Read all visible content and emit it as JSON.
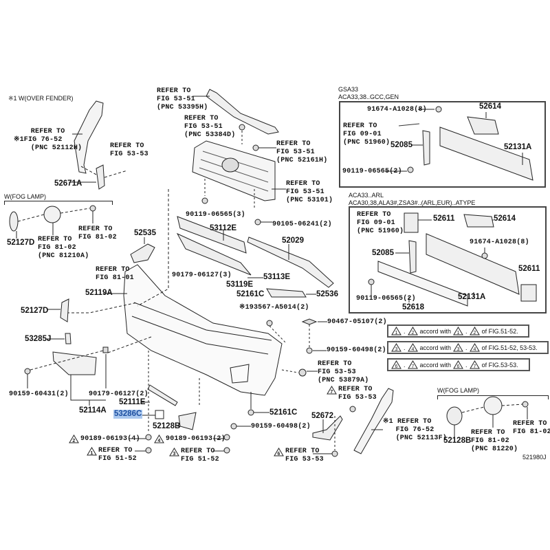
{
  "figure_id": "521980J",
  "headings": {
    "over_fender": "※1 W(OVER FENDER)",
    "fog_lamp_left": "W(FOG LAMP)",
    "fog_lamp_right": "W(FOG LAMP)",
    "box1_title_1": "GSA33",
    "box1_title_2": "ACA33,38..GCC,GEN",
    "box2_title_1": "ACA33..ARL",
    "box2_title_2": "ACA30,38,ALA3#,ZSA3#..(ARL,EUR)..ATYPE"
  },
  "refs": {
    "r_52112H": "    REFER TO\n※1FIG 76-52\n    (PNC 52112H)",
    "r_fig5353_a": "REFER TO\nFIG 53-53",
    "r_81210A": "REFER TO\nFIG 81-02\n(PNC 81210A)",
    "r_fig8102_a": "REFER TO\nFIG 81-02",
    "r_fig8101": "REFER TO\nFIG 81-01",
    "r_53395H": "REFER TO\nFIG 53-51\n(PNC 53395H)",
    "r_53384D": "REFER TO\nFIG 53-51\n(PNC 53384D)",
    "r_52161H": "REFER TO\nFIG 53-51\n(PNC 52161H)",
    "r_53101": "REFER TO\nFIG 53-51\n(PNC 53101)",
    "r_51960_a": "REFER TO\nFIG 09-01\n(PNC 51960)",
    "r_51960_b": "REFER TO\nFIG 09-01\n(PNC 51960)",
    "r_53879A": "REFER TO\nFIG 53-53\n(PNC 53879A)",
    "r_tri7": "REFER TO\nFIG 53-53",
    "r_tri6": "REFER TO\nFIG 53-53",
    "r_tri1": "REFER TO\nFIG 51-52",
    "r_tri3": "REFER TO\nFIG 51-52",
    "r_52113F": "※1 REFER TO\n   FIG 76-52\n   (PNC 52113F)",
    "r_81220": "REFER TO\nFIG 81-02\n(PNC 81220)",
    "r_fig8102_b": "REFER TO\nFIG 81-02"
  },
  "parts": {
    "p52671A": "52671A",
    "p52127D_a": "52127D",
    "p52535": "52535",
    "p90119_3": "90119-06565(3)",
    "p90105": "90105-06241(2)",
    "p53112E": "53112E",
    "p52029": "52029",
    "p90179_3": "90179-06127(3)",
    "p53113E": "53113E",
    "p53119E": "53119E",
    "p52161C_a": "52161C",
    "p52536": "52536",
    "b1_91674": "91674-A1028(8)",
    "b1_52614": "52614",
    "b1_52085": "52085",
    "b1_52131A": "52131A",
    "b1_90119": "90119-06565(2)",
    "b2_52611_a": "52611",
    "b2_52614": "52614",
    "b2_91674": "91674-A1028(8)",
    "b2_52085": "52085",
    "b2_52611_b": "52611",
    "b2_90119": "90119-06565(2)",
    "b2_52131A": "52131A",
    "b2_52618": "52618",
    "p52119A": "52119A",
    "p52127D_b": "52127D",
    "p53285J": "53285J",
    "p90159_60431": "90159-60431(2)",
    "p90179_2": "90179-06127(2)",
    "p52114A": "52114A",
    "p52111E": "52111E",
    "p53286C": "53286C",
    "p52128B_a": "52128B",
    "p90189_4": "90189-06193(4)",
    "p90189_2": "90189-06193(2)",
    "p93567": "※193567-A5014(2)",
    "p90467": "90467-05107(2)",
    "p90159_a": "90159-60498(2)",
    "p52161C_b": "52161C",
    "p90159_b": "90159-60498(2)",
    "p52672": "52672",
    "p52128B_b": "52128B"
  },
  "notes": [
    {
      "a": "1",
      "b": "2",
      "text": "accord with",
      "tail": "of FIG.51-52."
    },
    {
      "a": "3",
      "b": "4",
      "text": "accord with",
      "tail": "of FIG.51-52, 53-53."
    },
    {
      "a": "6",
      "b": "7",
      "text": "accord with",
      "tail": "of FIG.53-53."
    }
  ],
  "triangle_marks": {
    "t1": "1",
    "t2": "2",
    "t3": "3",
    "t4": "4",
    "t6": "6",
    "t7": "7"
  },
  "colors": {
    "highlight_bg": "#a9c7ee",
    "highlight_text": "#1d4fa0",
    "ink": "#111111"
  }
}
